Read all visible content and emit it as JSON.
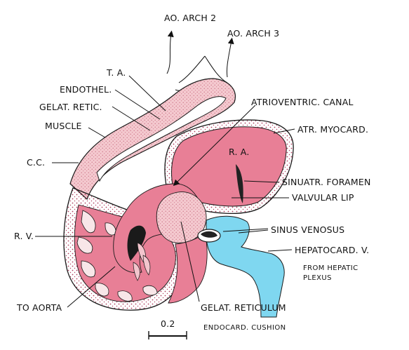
{
  "labels": {
    "ao_arch_2": "AO. ARCH 2",
    "ao_arch_3": "AO. ARCH 3",
    "ta": "T. A.",
    "endothel": "ENDOTHEL.",
    "gelat_retic": "GELAT. RETIC.",
    "muscle": "MUSCLE",
    "cc": "C.C.",
    "rv": "R. V.",
    "to_aorta": "TO AORTA",
    "atrioventric_canal": "ATRIOVENTRIC. CANAL",
    "atr_myocard": "ATR. MYOCARD.",
    "ra": "R. A.",
    "sinuatr_foramen": "SINUATR. FORAMEN",
    "valvular_lip": "VALVULAR LIP",
    "sinus_venosus": "SINUS VENOSUS",
    "hepatocard_v": "HEPATOCARD. V.",
    "from_hepatic_1": "FROM HEPATIC",
    "from_hepatic_2": "PLEXUS",
    "gelat_reticulum": "GELAT. RETICULUM",
    "endocard_cushion": "ENDOCARD. CUSHION",
    "scale": "0.2"
  },
  "colors": {
    "tissue_pink": "#e87f96",
    "gel_pale": "#f4c9cf",
    "dots": "#b04060",
    "sinus_blue": "#7fd7f0",
    "outline": "#1a1a1a"
  }
}
